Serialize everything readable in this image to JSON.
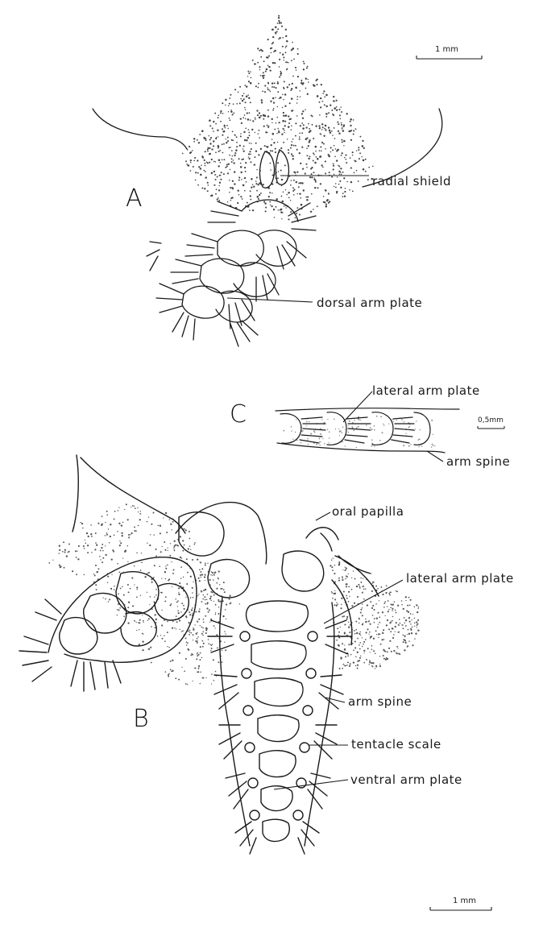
{
  "figure": {
    "panel_letters": {
      "a": "A",
      "b": "B",
      "c": "C"
    },
    "scale_bars": {
      "top": "1 mm",
      "middle": "0,5mm",
      "bottom": "1 mm"
    },
    "labels": {
      "radial_shield": "radial shield",
      "dorsal_arm_plate": "dorsal arm plate",
      "lateral_arm_plate_c": "lateral arm plate",
      "arm_spine_c": "arm spine",
      "oral_papilla": "oral papilla",
      "lateral_arm_plate_b": "lateral arm plate",
      "arm_spine_b": "arm spine",
      "tentacle_scale": "tentacle scale",
      "ventral_arm_plate": "ventral arm plate"
    },
    "colors": {
      "ink": "#1a1a1a",
      "stipple": "#444444",
      "paper": "#ffffff"
    }
  }
}
